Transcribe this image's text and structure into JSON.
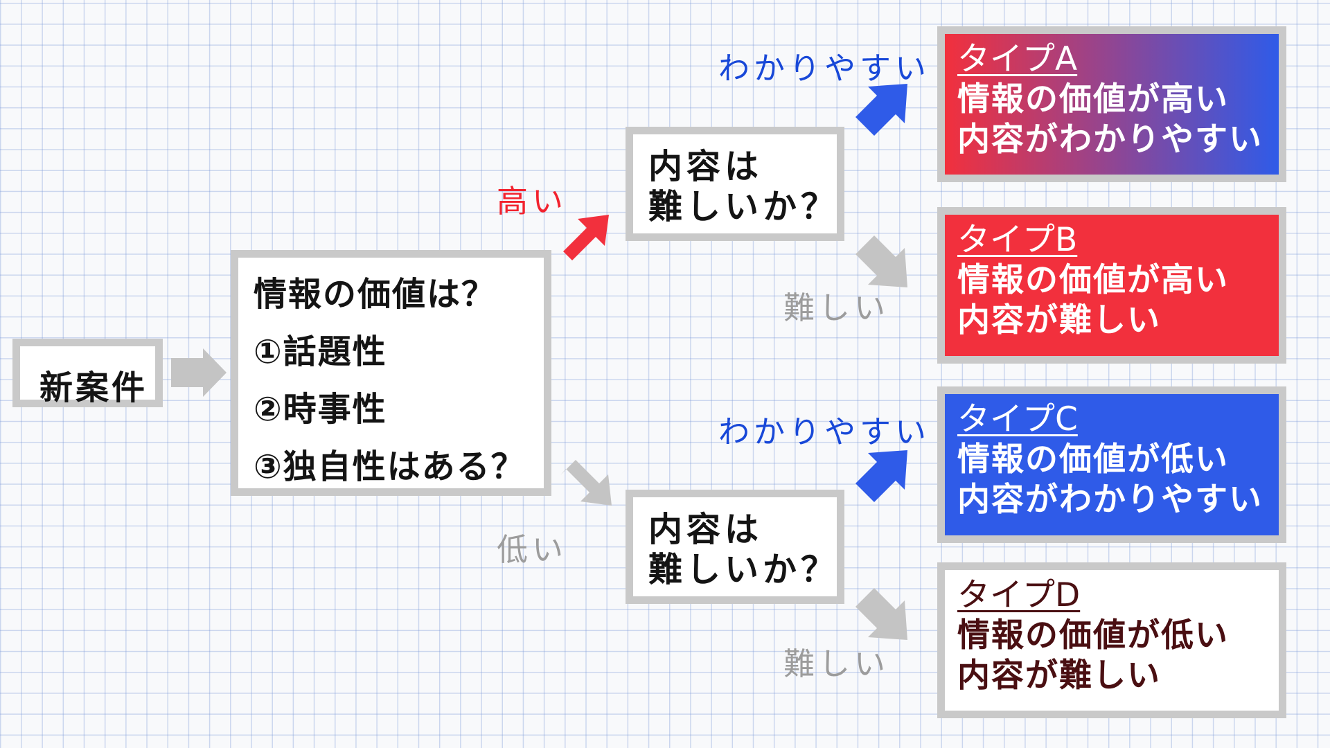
{
  "colors": {
    "red": "#f2303d",
    "blue": "#2f5be8",
    "gray_arrow": "#c4c4c4",
    "gray_label": "#9c9c9c",
    "blue_label": "#1848d8",
    "red_label": "#f2222e",
    "dark_text": "#4a0f12",
    "box_border": "#c9c9c9"
  },
  "start": {
    "label": "新案件"
  },
  "info_question": {
    "line1": "情報の価値は？",
    "line2": "①話題性",
    "line3": "②時事性",
    "line4": "③独自性はある？"
  },
  "edges": {
    "high": "高い",
    "low": "低い",
    "easy_top": "わかりやすい",
    "hard_top": "難しい",
    "easy_bottom": "わかりやすい",
    "hard_bottom": "難しい"
  },
  "content_question_top": {
    "line1": "内容は",
    "line2": "難しいか？"
  },
  "content_question_bottom": {
    "line1": "内容は",
    "line2": "難しいか？"
  },
  "types": {
    "a": {
      "title": "タイプA",
      "line1": "情報の価値が高い",
      "line2": "内容がわかりやすい"
    },
    "b": {
      "title": "タイプB",
      "line1": "情報の価値が高い",
      "line2": "内容が難しい"
    },
    "c": {
      "title": "タイプC",
      "line1": "情報の価値が低い",
      "line2": "内容がわかりやすい"
    },
    "d": {
      "title": "タイプD",
      "line1": "情報の価値が低い",
      "line2": "内容が難しい"
    }
  },
  "arrow_colors": {
    "start_to_info": "gray",
    "high": "red",
    "low": "gray",
    "top_easy": "blue",
    "top_hard": "gray",
    "bottom_easy": "blue",
    "bottom_hard": "gray"
  }
}
